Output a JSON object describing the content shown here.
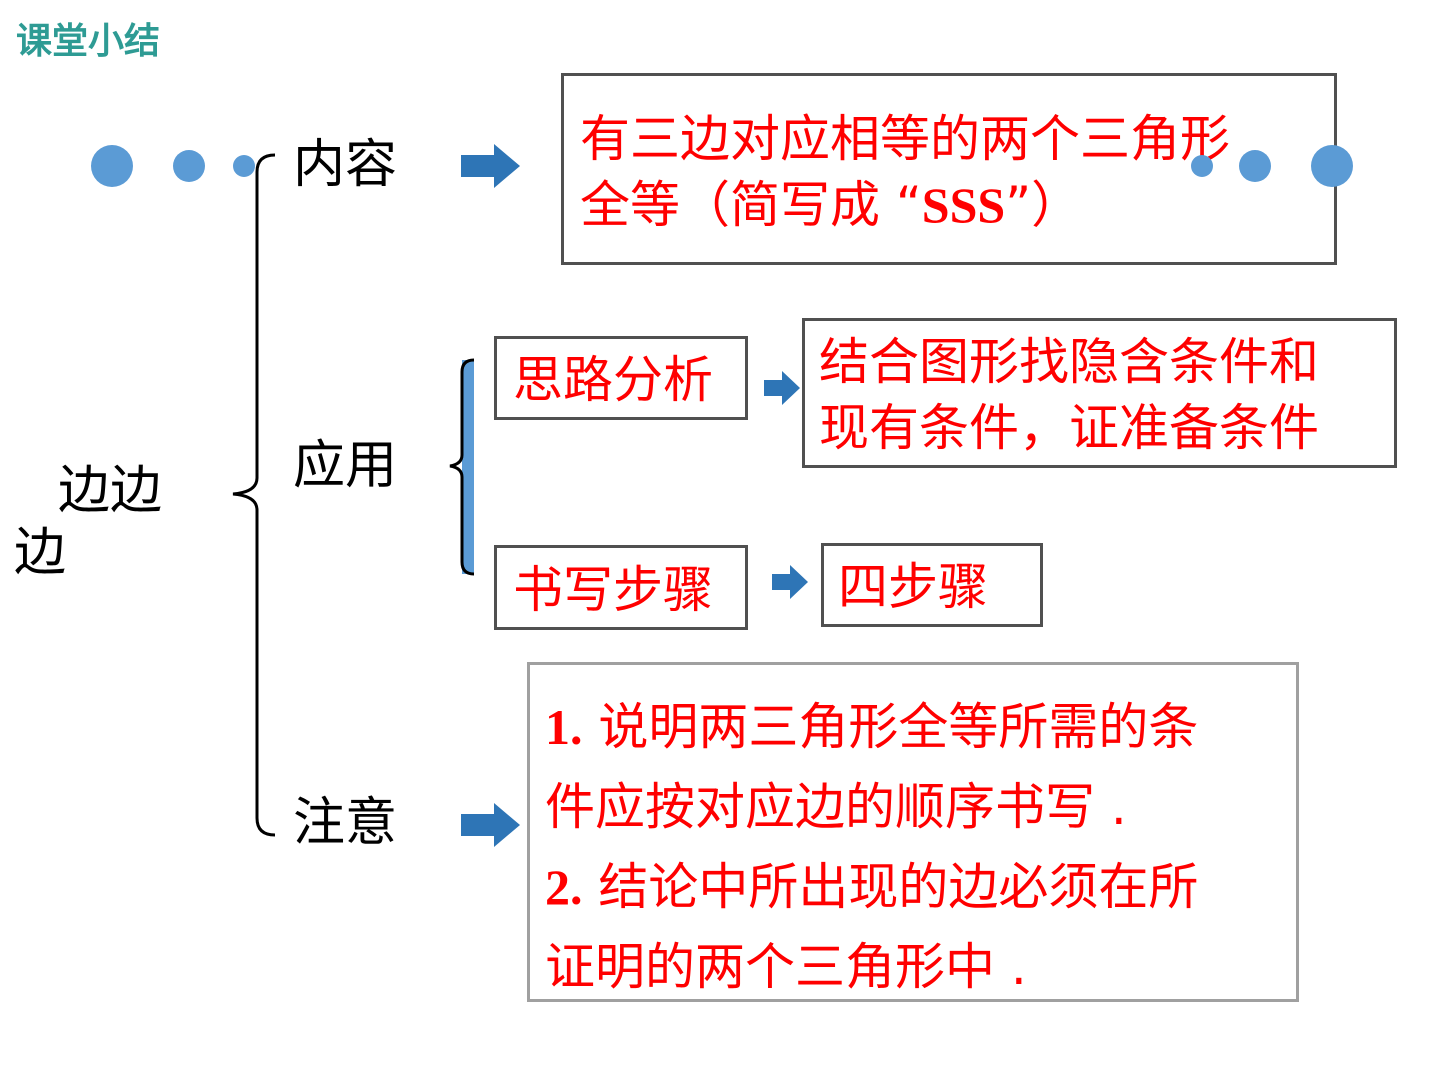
{
  "header": {
    "title": "课堂小结"
  },
  "root": {
    "label": "边边边"
  },
  "branches": {
    "content": {
      "label": "内容",
      "text_line1": "有三边对应相等的两个三角形",
      "text_line2_a": "全等（简写成 “",
      "text_line2_b": "SSS",
      "text_line2_c": "”）"
    },
    "application": {
      "label": "应用",
      "analysis": {
        "label": "思路分析",
        "detail_line1": "结合图形找隐含条件和",
        "detail_line2": "现有条件，证准备条件"
      },
      "writing": {
        "label": "书写步骤",
        "detail": "四步骤"
      }
    },
    "notes": {
      "label": "注意",
      "item1_num": "1.",
      "item1_line1": "说明两三角形全等所需的条",
      "item1_line2": "件应按对应边的顺序书写 .",
      "item2_num": "2.",
      "item2_line1": "结论中所出现的边必须在所",
      "item2_line2": "证明的两个三角形中 ."
    }
  },
  "colors": {
    "title": "#2e9b94",
    "accent_blue": "#5b9bd5",
    "arrow_blue": "#2e75b6",
    "red_text": "#ff0000",
    "box_border": "#505050"
  }
}
